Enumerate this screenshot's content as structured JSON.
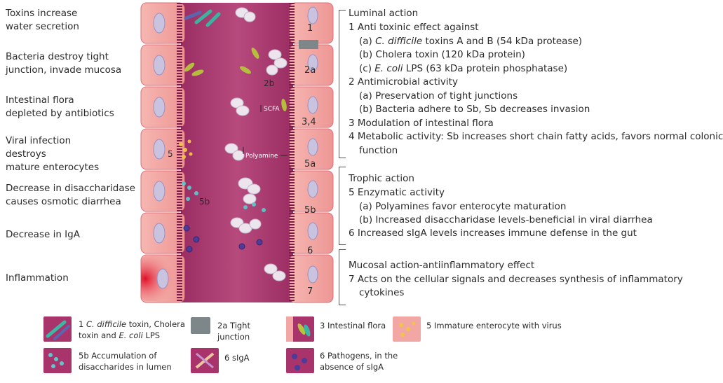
{
  "left_labels": [
    "Toxins increase\nwater secretion",
    "Bacteria destroy tight\njunction, invade mucosa",
    "Intestinal flora\ndepleted by antibiotics",
    "Viral infection\ndestroys\nmature enterocytes",
    "Decrease in disaccharidase\ncauses osmotic diarrhea",
    "Decrease in IgA",
    "Inflammation"
  ],
  "right_cell_numbers": [
    "1",
    "2a",
    "3,4",
    "5a",
    "5b",
    "6",
    "7"
  ],
  "lumen_labels": {
    "n2b": "2b",
    "scfa": "SCFA",
    "polyamine": "Polyamine",
    "n5": "5",
    "n5b": "5b"
  },
  "luminal_section": {
    "heading": "Luminal action",
    "item1": "1 Anti toxinic effect against",
    "item1a_pre": "(a) ",
    "item1a_em": "C. difficile",
    "item1a_post": " toxins A and B (54 kDa protease)",
    "item1b": "(b) Cholera toxin (120 kDa protein)",
    "item1c_pre": "(c) ",
    "item1c_em": "E. coli",
    "item1c_post": " LPS (63 kDa protein phosphatase)",
    "item2": "2 Antimicrobial activity",
    "item2a": "(a) Preservation of tight junctions",
    "item2b": "(b) Bacteria adhere to Sb, Sb decreases invasion",
    "item3": "3 Modulation of intestinal flora",
    "item4": "4 Metabolic activity: Sb increases short chain fatty acids, favors normal colonic",
    "item4_cont": "function"
  },
  "trophic_section": {
    "heading": "Trophic action",
    "item5": "5 Enzymatic activity",
    "item5a": "(a) Polyamines favor enterocyte maturation",
    "item5b": "(b) Increased disaccharidase levels-beneficial in viral diarrhea",
    "item6": "6 Increased sIgA levels increases immune defense in the gut"
  },
  "mucosal_section": {
    "heading": "Mucosal action-antiinflammatory effect",
    "item7": "7 Acts on the cellular signals and decreases synthesis of inflammatory",
    "item7_cont": "cytokines"
  },
  "legend": {
    "item1_pre": "1 ",
    "item1_em1": "C. difficile",
    "item1_mid": " toxin, Cholera\ntoxin and ",
    "item1_em2": "E. coli",
    "item1_post": " LPS",
    "item2a": "2a Tight junction",
    "item3": "3 Intestinal flora",
    "item5": "5 Immature enterocyte with virus",
    "item5b": "5b Accumulation of\ndisaccharides in lumen",
    "item6a": "6 sIgA",
    "item6b": "6 Pathogens, in the\nabsence of sIgA"
  },
  "colors": {
    "cell": "#f3a7a4",
    "cell_border": "#d9707a",
    "lumen": "#a8346b",
    "nucleus": "#c9c3e0",
    "tight_junction": "#7d8689",
    "text": "#2b2b2b"
  }
}
